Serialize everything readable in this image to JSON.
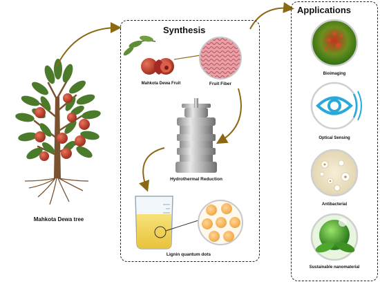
{
  "tree": {
    "label": "Mahkota Dewa tree"
  },
  "synthesis": {
    "title": "Synthesis",
    "fruit_label": "Mahkota Dewa Fruit",
    "fiber_label": "Fruit Fiber",
    "reactor_label": "Hydrothermal Reduction",
    "product_label": "Lignin quantum dots"
  },
  "applications": {
    "title": "Applications",
    "items": [
      {
        "label": "Bioimaging",
        "icon": "bioimaging-icon"
      },
      {
        "label": "Optical Sensing",
        "icon": "eye-icon"
      },
      {
        "label": "Antibacterial",
        "icon": "petri-dish-icon"
      },
      {
        "label": "Sustainable nanomaterial",
        "icon": "green-globe-icon"
      }
    ]
  },
  "colors": {
    "arrow": "#8B6914",
    "fruit": "#c0392b",
    "leaf": "#4a7a2a",
    "ring": "#c8c8c8"
  }
}
